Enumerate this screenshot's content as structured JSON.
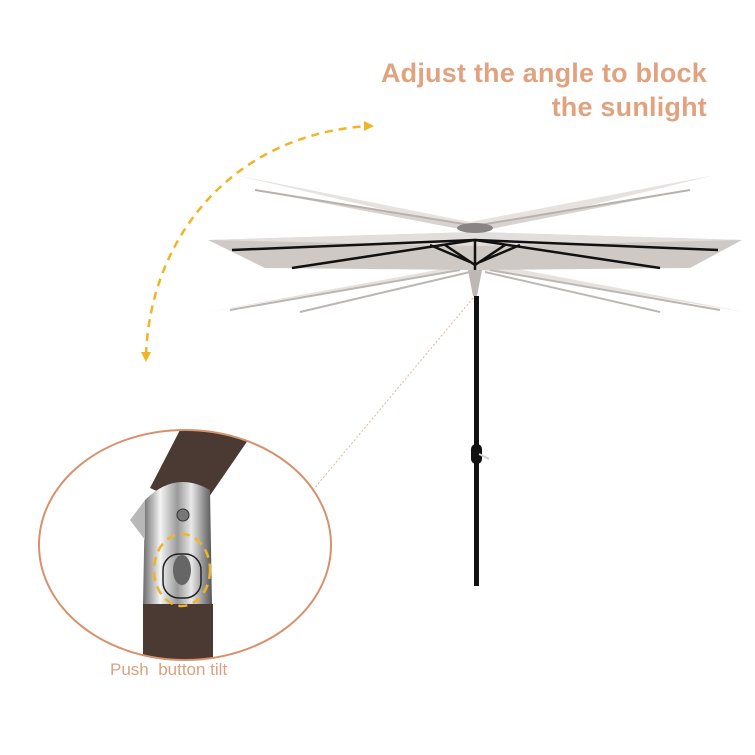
{
  "headline": {
    "line1": "Adjust the angle to block",
    "line2": "the sunlight"
  },
  "caption": "Push  button tilt",
  "colors": {
    "headline": "#e0a27f",
    "caption": "#d9a182",
    "arrow": "#f0b428",
    "canopy_light": "#e6e2e0",
    "canopy_mid": "#c9c3c0",
    "frame": "#111111",
    "detail_circle": "#d7916c"
  },
  "illustration": {
    "subject": "tilting patio umbrella",
    "icons": [
      "curved-arrow-icon",
      "push-button-highlight-icon"
    ]
  }
}
